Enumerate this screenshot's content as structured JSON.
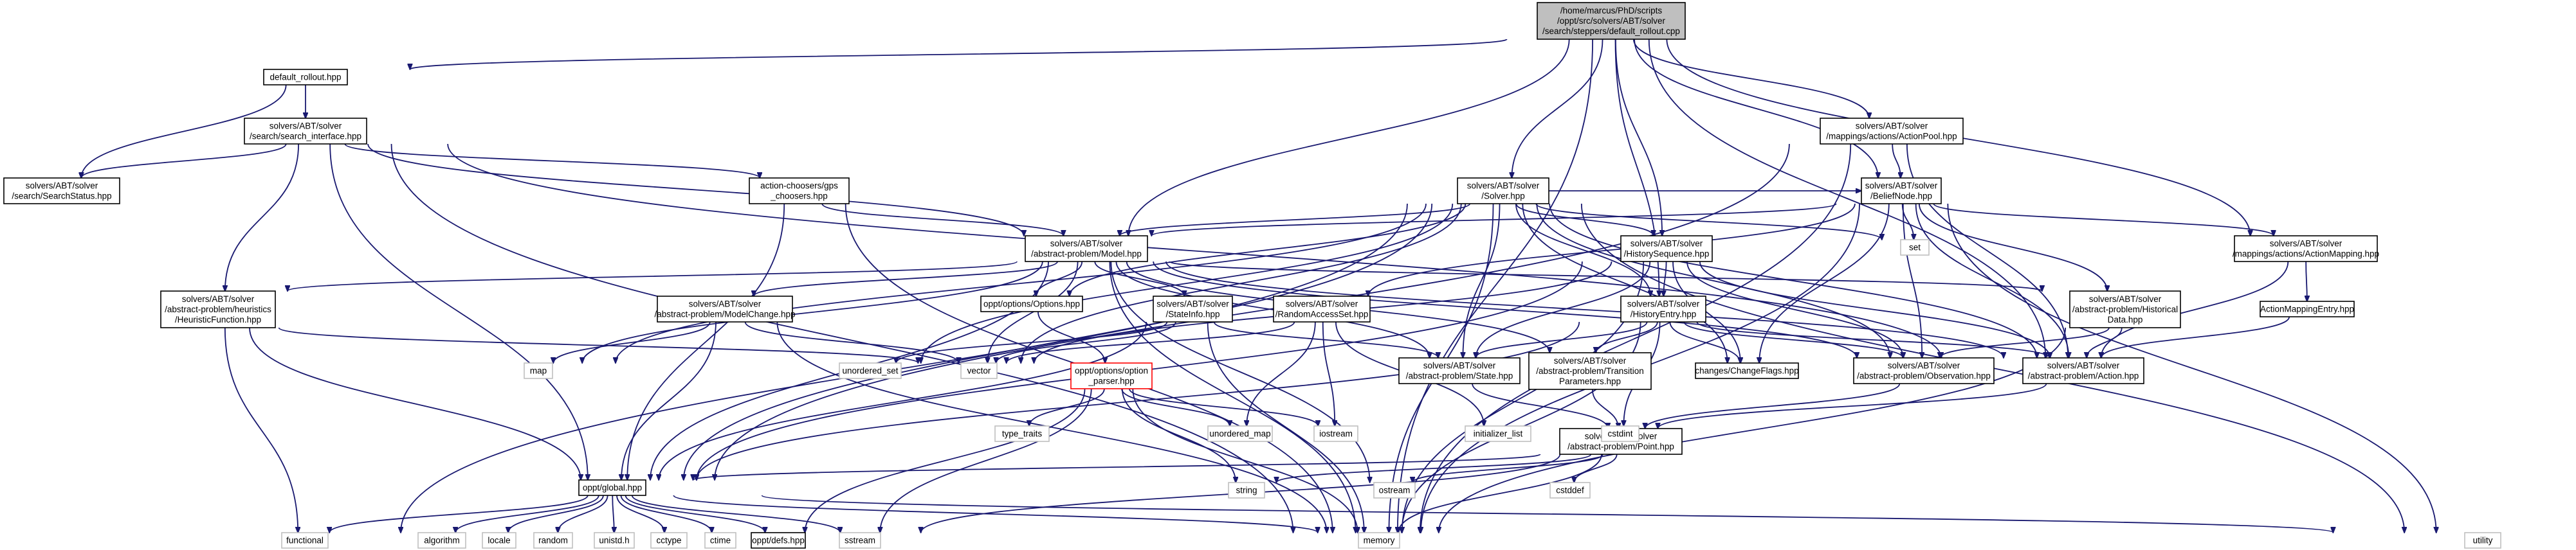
{
  "colors": {
    "edge": "#191970",
    "node_border": "#000000",
    "system_header_border": "#bfbfbf",
    "truncated_border": "#ff0000",
    "root_fill": "#bfbfbf"
  },
  "nodes": {
    "root": {
      "lines": [
        "/home/marcus/PhD/scripts",
        "/oppt/src/solvers/ABT/solver",
        "/search/steppers/default_rollout.cpp"
      ]
    },
    "defroll": {
      "lines": [
        "default_rollout.hpp"
      ]
    },
    "searchif": {
      "lines": [
        "solvers/ABT/solver",
        "/search/search_interface.hpp"
      ]
    },
    "searchst": {
      "lines": [
        "solvers/ABT/solver",
        "/search/SearchStatus.hpp"
      ]
    },
    "actch": {
      "lines": [
        "action-choosers/gps",
        "_choosers.hpp"
      ]
    },
    "solver": {
      "lines": [
        "solvers/ABT/solver",
        "/Solver.hpp"
      ]
    },
    "actpool": {
      "lines": [
        "solvers/ABT/solver",
        "/mappings/actions/ActionPool.hpp"
      ]
    },
    "belief": {
      "lines": [
        "solvers/ABT/solver",
        "/BeliefNode.hpp"
      ]
    },
    "model": {
      "lines": [
        "solvers/ABT/solver",
        "/abstract-problem/Model.hpp"
      ]
    },
    "histseq": {
      "lines": [
        "solvers/ABT/solver",
        "/HistorySequence.hpp"
      ]
    },
    "actmap": {
      "lines": [
        "solvers/ABT/solver",
        "/mappings/actions/ActionMapping.hpp"
      ]
    },
    "heur": {
      "lines": [
        "solvers/ABT/solver",
        "/abstract-problem/heuristics",
        "/HeuristicFunction.hpp"
      ]
    },
    "modchg": {
      "lines": [
        "solvers/ABT/solver",
        "/abstract-problem/ModelChange.hpp"
      ]
    },
    "options": {
      "lines": [
        "oppt/options/Options.hpp"
      ]
    },
    "stateinfo": {
      "lines": [
        "solvers/ABT/solver",
        "/StateInfo.hpp"
      ]
    },
    "randacc": {
      "lines": [
        "solvers/ABT/solver",
        "/RandomAccessSet.hpp"
      ]
    },
    "histent": {
      "lines": [
        "solvers/ABT/solver",
        "/HistoryEntry.hpp"
      ]
    },
    "histdata": {
      "lines": [
        "solvers/ABT/solver",
        "/abstract-problem/Historical",
        "Data.hpp"
      ]
    },
    "amentry": {
      "lines": [
        "ActionMappingEntry.hpp"
      ]
    },
    "state": {
      "lines": [
        "solvers/ABT/solver",
        "/abstract-problem/State.hpp"
      ]
    },
    "trans": {
      "lines": [
        "solvers/ABT/solver",
        "/abstract-problem/Transition",
        "Parameters.hpp"
      ]
    },
    "chflags": {
      "lines": [
        "changes/ChangeFlags.hpp"
      ]
    },
    "obs": {
      "lines": [
        "solvers/ABT/solver",
        "/abstract-problem/Observation.hpp"
      ]
    },
    "action": {
      "lines": [
        "solvers/ABT/solver",
        "/abstract-problem/Action.hpp"
      ]
    },
    "optparse": {
      "lines": [
        "oppt/options/option",
        "_parser.hpp"
      ]
    },
    "point": {
      "lines": [
        "solvers/ABT/solver",
        "/abstract-problem/Point.hpp"
      ]
    },
    "global": {
      "lines": [
        "oppt/global.hpp"
      ]
    },
    "defs": {
      "lines": [
        "oppt/defs.hpp"
      ]
    },
    "set": {
      "lines": [
        "set"
      ]
    },
    "map": {
      "lines": [
        "map"
      ]
    },
    "vector": {
      "lines": [
        "vector"
      ]
    },
    "unset": {
      "lines": [
        "unordered_set"
      ]
    },
    "unmap": {
      "lines": [
        "unordered_map"
      ]
    },
    "iostream": {
      "lines": [
        "iostream"
      ]
    },
    "typetr": {
      "lines": [
        "type_traits"
      ]
    },
    "string": {
      "lines": [
        "string"
      ]
    },
    "initl": {
      "lines": [
        "initializer_list"
      ]
    },
    "cstdint": {
      "lines": [
        "cstdint"
      ]
    },
    "ostream": {
      "lines": [
        "ostream"
      ]
    },
    "cstddef": {
      "lines": [
        "cstddef"
      ]
    },
    "functional": {
      "lines": [
        "functional"
      ]
    },
    "algorithm": {
      "lines": [
        "algorithm"
      ]
    },
    "locale": {
      "lines": [
        "locale"
      ]
    },
    "random": {
      "lines": [
        "random"
      ]
    },
    "unistd": {
      "lines": [
        "unistd.h"
      ]
    },
    "cctype": {
      "lines": [
        "cctype"
      ]
    },
    "ctime": {
      "lines": [
        "ctime"
      ]
    },
    "sstream": {
      "lines": [
        "sstream"
      ]
    },
    "memory": {
      "lines": [
        "memory"
      ]
    },
    "utility": {
      "lines": [
        "utility"
      ]
    }
  }
}
